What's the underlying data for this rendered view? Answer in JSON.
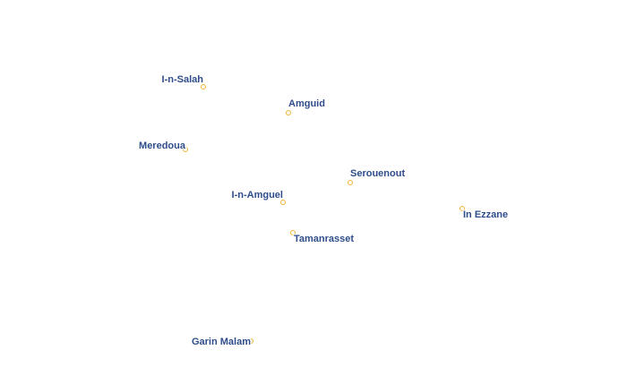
{
  "map": {
    "colors": {
      "background": "#ffffff",
      "label": "#2e4d8a",
      "label_halo": "#ffffff",
      "marker_stroke": "#f0b43a"
    },
    "places": [
      {
        "id": "in-salah",
        "label": "I-n-Salah"
      },
      {
        "id": "amguid",
        "label": "Amguid"
      },
      {
        "id": "meredoua",
        "label": "Meredoua"
      },
      {
        "id": "serouenout",
        "label": "Serouenout"
      },
      {
        "id": "in-amguel",
        "label": "I-n-Amguel"
      },
      {
        "id": "in-ezzane",
        "label": "In Ezzane"
      },
      {
        "id": "tamanrasset",
        "label": "Tamanrasset"
      },
      {
        "id": "garin-malam",
        "label": "Garin Malam"
      }
    ]
  }
}
